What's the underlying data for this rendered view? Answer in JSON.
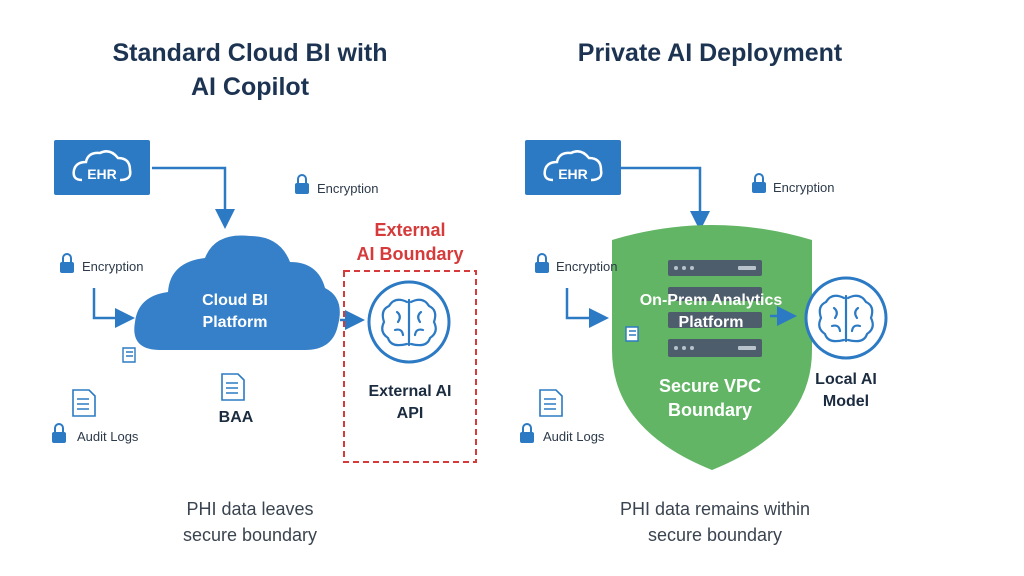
{
  "left": {
    "title_line1": "Standard Cloud BI with",
    "title_line2": "AI Copilot",
    "ehr_label": "EHR",
    "encryption_top": "Encryption",
    "encryption_left": "Encryption",
    "cloud_label_line1": "Cloud BI",
    "cloud_label_line2": "Platform",
    "boundary_label_line1": "External",
    "boundary_label_line2": "AI Boundary",
    "api_label_line1": "External AI",
    "api_label_line2": "API",
    "baa_label": "BAA",
    "audit_label": "Audit Logs",
    "caption_line1": "PHI data leaves",
    "caption_line2": "secure boundary"
  },
  "right": {
    "title": "Private AI Deployment",
    "ehr_label": "EHR",
    "encryption_top": "Encryption",
    "encryption_left": "Encryption",
    "platform_line1": "On-Prem Analytics",
    "platform_line2": "Platform",
    "vpc_line1": "Secure VPC",
    "vpc_line2": "Boundary",
    "model_line1": "Local AI",
    "model_line2": "Model",
    "audit_label": "Audit Logs",
    "caption_line1": "PHI data remains within",
    "caption_line2": "secure boundary"
  },
  "colors": {
    "navy_title": "#1c3352",
    "blue": "#2c7ac4",
    "cloud_blue": "#3580c8",
    "red_boundary": "#d63a3a",
    "green_shield": "#62b565"
  },
  "icons": [
    "cloud-icon",
    "lock-icon",
    "document-icon",
    "scroll-icon",
    "brain-icon",
    "server-icon",
    "arrow-icon"
  ]
}
